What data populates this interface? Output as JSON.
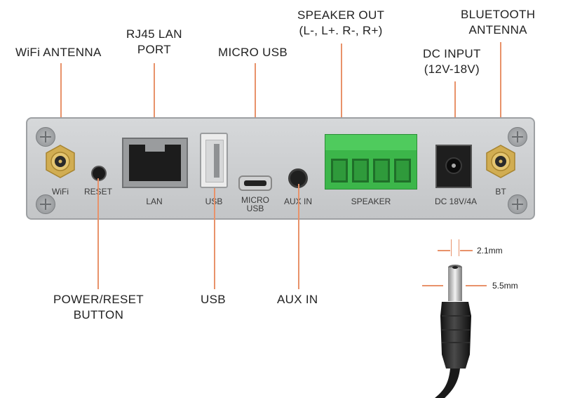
{
  "callouts": {
    "wifi_antenna": "WiFi ANTENNA",
    "rj45_line1": "RJ45 LAN",
    "rj45_line2": "PORT",
    "micro_usb": "MICRO USB",
    "speaker_out_line1": "SPEAKER OUT",
    "speaker_out_line2": "(L-, L+. R-, R+)",
    "dc_input_line1": "DC INPUT",
    "dc_input_line2": "(12V-18V)",
    "bluetooth_line1": "BLUETOOTH",
    "bluetooth_line2": "ANTENNA",
    "power_reset_line1": "POWER/RESET",
    "power_reset_line2": "BUTTON",
    "usb": "USB",
    "aux_in": "AUX IN"
  },
  "panel_labels": {
    "wifi": "WiFi",
    "reset": "RESET",
    "lan": "LAN",
    "usb": "USB",
    "micro_usb_line1": "MICRO",
    "micro_usb_line2": "USB",
    "aux_in": "AUX IN",
    "speaker": "SPEAKER",
    "dc": "DC 18V/4A",
    "bt": "BT"
  },
  "dimensions": {
    "inner": "2.1mm",
    "outer": "5.5mm"
  },
  "colors": {
    "leader": "#e8926a",
    "panel": "#c9cbcd",
    "terminal_green": "#3cb64a",
    "gold": "#c9a447"
  }
}
